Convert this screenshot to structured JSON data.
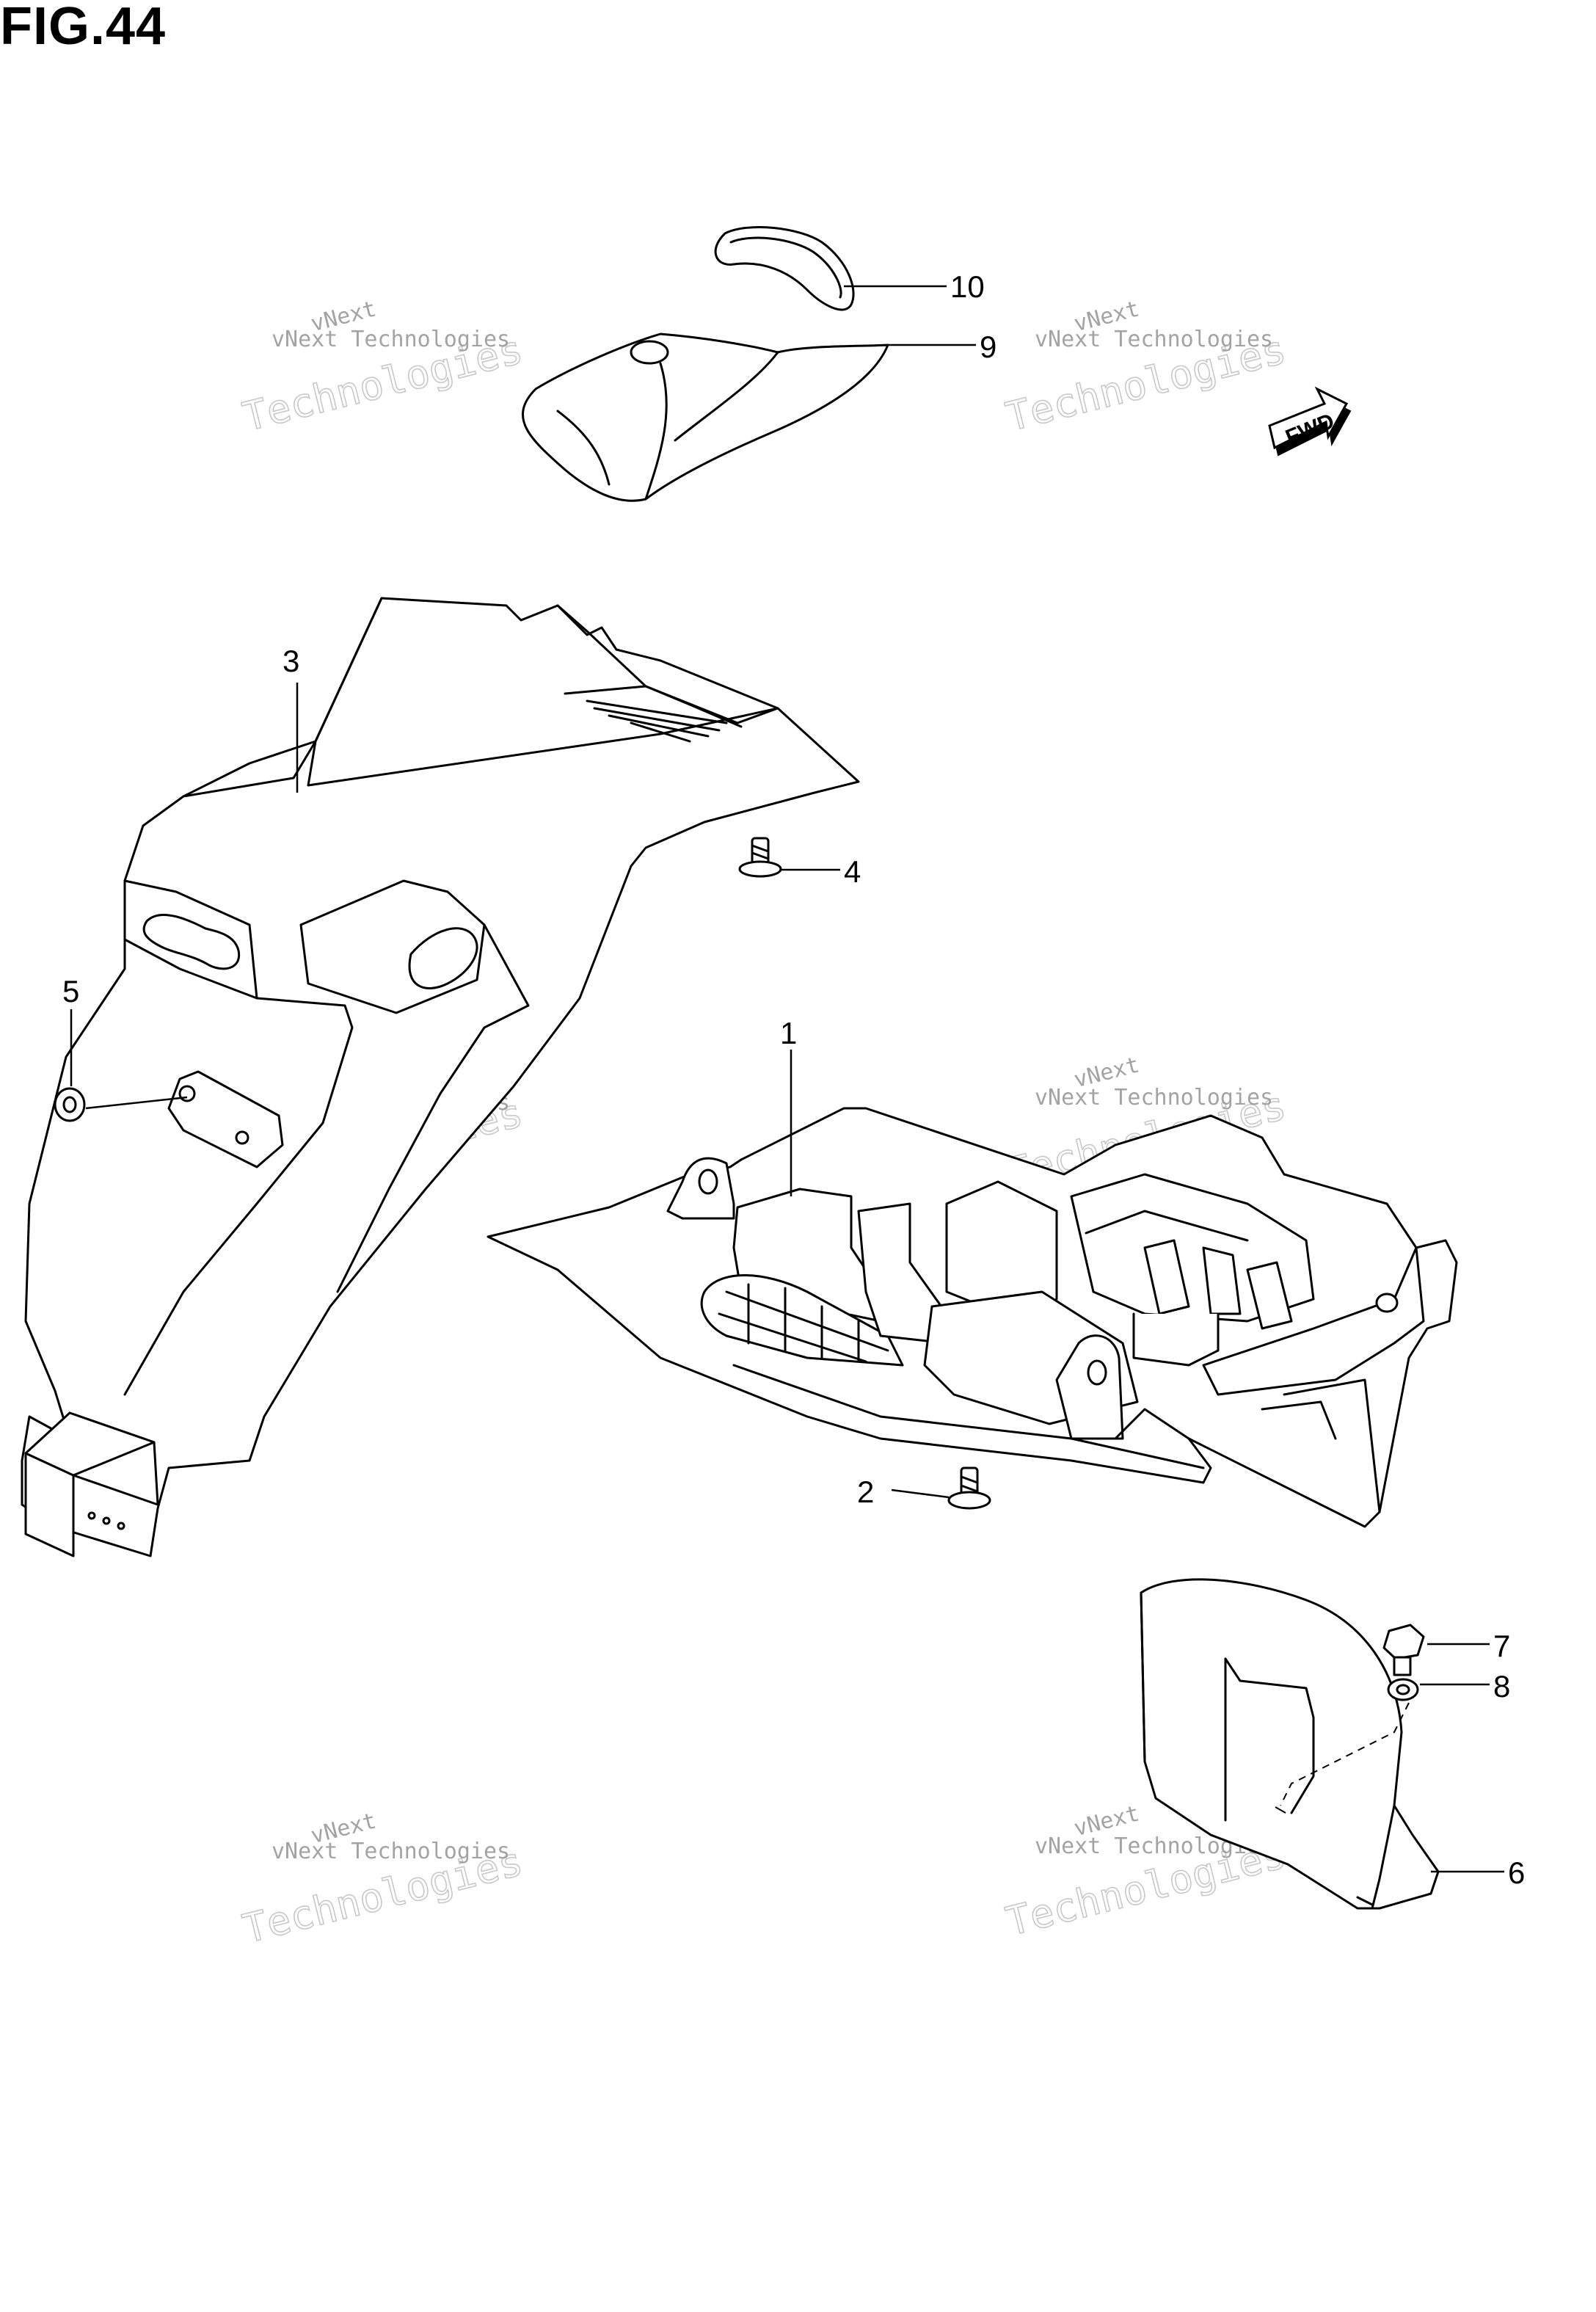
{
  "figure": {
    "title": "FIG.44"
  },
  "callouts": {
    "c1": "1",
    "c2": "2",
    "c3": "3",
    "c4": "4",
    "c5": "5",
    "c6": "6",
    "c7": "7",
    "c8": "8",
    "c9": "9",
    "c10": "10"
  },
  "direction_marker": {
    "label": "FWD"
  },
  "watermarks": {
    "line_small_1": "vNext",
    "line_small_2": "vNext Technologies",
    "line_big": "Technologies"
  },
  "colors": {
    "ink": "#000000",
    "background": "#ffffff",
    "watermark": "#9a9a9a"
  }
}
